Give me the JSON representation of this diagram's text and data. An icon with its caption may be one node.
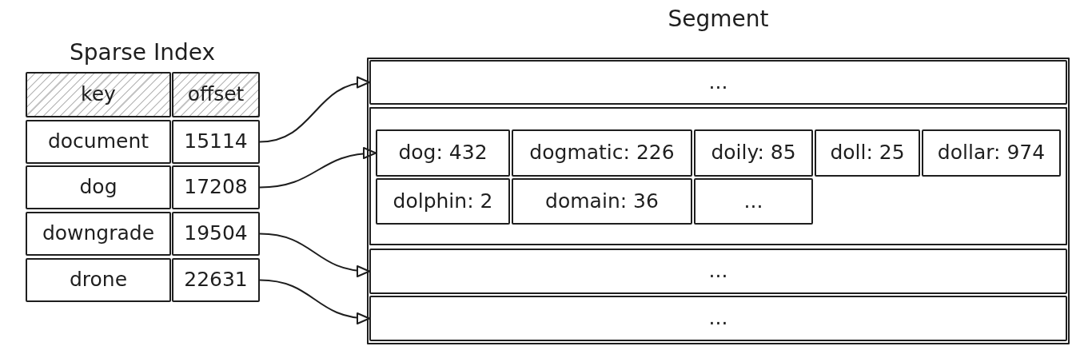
{
  "diagram": {
    "nodes": [
      {
        "text": [
          "key"
        ]
      },
      {
        "text": [
          "offset"
        ]
      },
      {
        "text": [
          "document"
        ]
      },
      {
        "text": [
          "15114"
        ]
      },
      {
        "text": [
          "dog"
        ]
      },
      {
        "text": [
          "17208"
        ]
      },
      {
        "text": [
          "downgrade"
        ]
      },
      {
        "text": [
          "19504"
        ]
      },
      {
        "text": [
          "drone"
        ]
      },
      {
        "text": [
          "22631"
        ]
      },
      {
        "text": [
          "Segment"
        ]
      },
      {
        "text": [
          "..."
        ],
        "in": 10
      },
      {
        "text": [],
        "shape": "box",
        "in": 10
      },
      {
        "text": [
          "dog: 432"
        ],
        "in": 12
      },
      {
        "text": [
          "dogmatic: 226"
        ],
        "in": 12
      },
      {
        "text": [
          "doily: 85"
        ],
        "in": 12
      },
      {
        "text": [
          "doll: 25"
        ],
        "in": 12
      },
      {
        "text": [
          "dollar: 974"
        ],
        "in": 12
      },
      {
        "text": [
          "dolphin: 2"
        ],
        "in": 12
      },
      {
        "text": [
          "domain: 36"
        ],
        "in": 12
      },
      {
        "text": [
          "..."
        ],
        "in": 12
      },
      {
        "text": [
          "..."
        ],
        "in": 10
      },
      {
        "text": [
          "..."
        ],
        "in": 10
      }
    ],
    "edges": [
      {
        "from": 3,
        "to": 11,
        "arrow": "to"
      },
      {
        "from": 5,
        "to": 13,
        "arrow": "to"
      },
      {
        "from": 7,
        "to": 21,
        "arrow": "to"
      },
      {
        "from": 9,
        "to": 22,
        "arrow": "to"
      }
    ],
    "labels": [
      "Sparse Index"
    ]
  }
}
